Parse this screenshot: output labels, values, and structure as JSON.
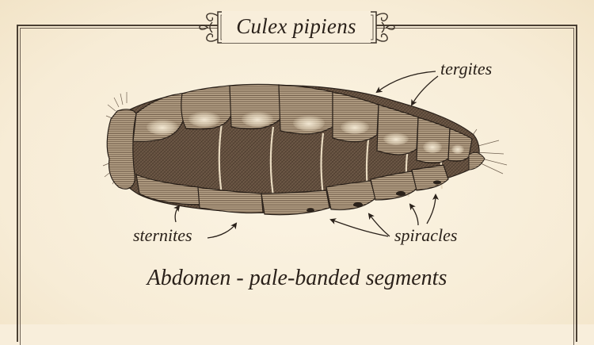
{
  "title": "Culex pipiens",
  "caption": "Abdomen - pale-banded segments",
  "labels": {
    "tergites": "tergites",
    "sternites": "sternites",
    "spiracles": "spiracles"
  },
  "colors": {
    "background": "#f8eedb",
    "ink": "#2a211a",
    "sclerite_mid": "#8a735c",
    "sclerite_dark": "#4e3d2e",
    "sclerite_pale": "#e9dcc4",
    "frame": "#4a3f33"
  },
  "icons": {
    "title_ornament_left": "scroll-ornament",
    "title_ornament_right": "scroll-ornament",
    "label_arrows": "curved-arrow"
  }
}
